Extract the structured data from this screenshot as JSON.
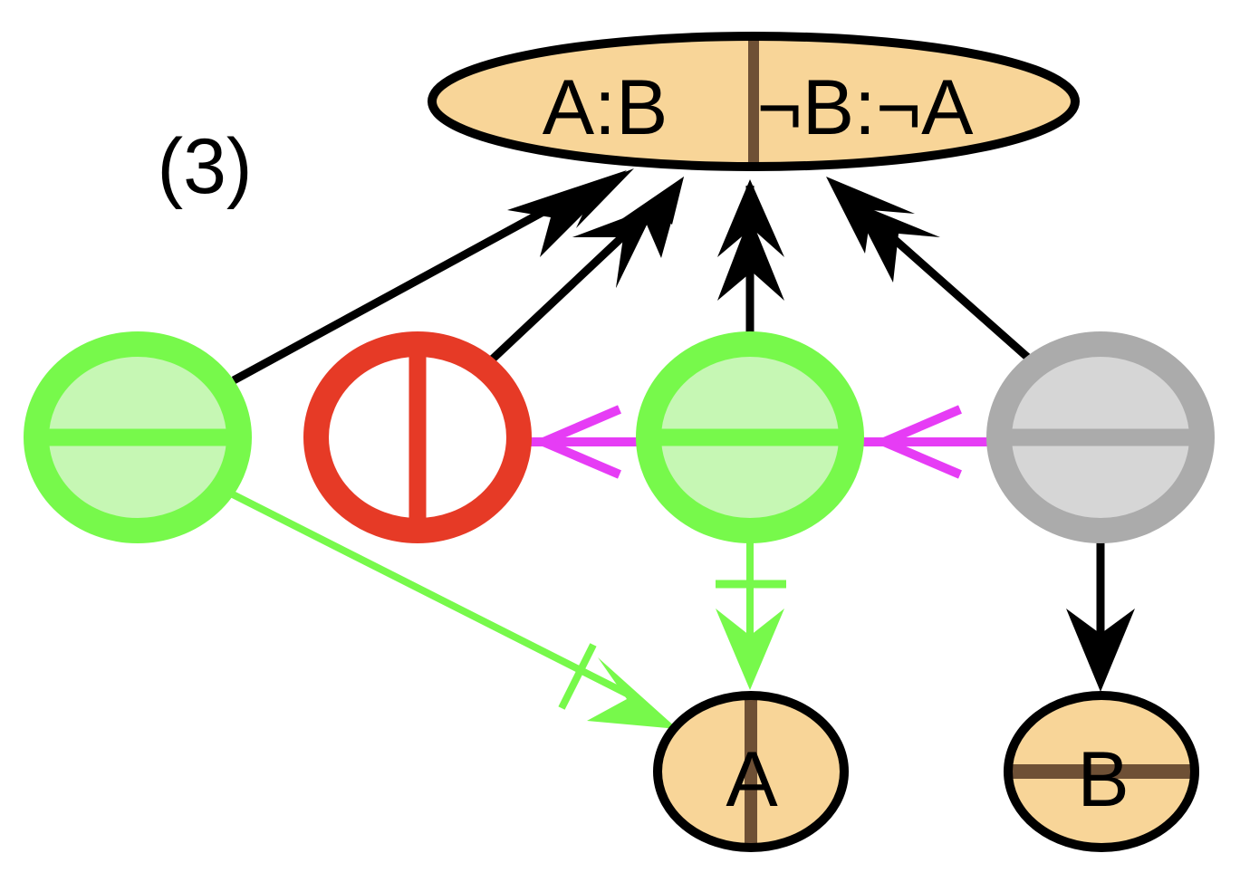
{
  "panel_label": "(3)",
  "colors": {
    "tan_fill": "#F8D598",
    "brown_divider": "#6E5035",
    "node_outline": "#000000",
    "green_ring": "#77F94B",
    "green_fill": "#C6F7B4",
    "red_ring": "#E63A26",
    "gray_ring": "#ABABAB",
    "gray_fill": "#D6D6D6",
    "magenta_edge": "#E63CF5",
    "black_edge": "#000000"
  },
  "nodes": {
    "top": {
      "left_label": "A:B",
      "right_label": "¬B:¬A",
      "divider": "vertical"
    },
    "green_left": {
      "divider": "horizontal",
      "style": "green"
    },
    "red": {
      "divider": "vertical",
      "style": "red"
    },
    "green_center": {
      "divider": "horizontal",
      "style": "green"
    },
    "gray": {
      "divider": "horizontal",
      "style": "gray"
    },
    "a": {
      "label": "A",
      "divider": "vertical"
    },
    "b": {
      "label": "B",
      "divider": "horizontal"
    }
  },
  "edges": [
    {
      "from": "green_left",
      "to": "top",
      "color": "black",
      "head": "double-arrow"
    },
    {
      "from": "red",
      "to": "top",
      "color": "black",
      "head": "double-arrow"
    },
    {
      "from": "green_center",
      "to": "top",
      "color": "black",
      "head": "double-arrow"
    },
    {
      "from": "gray",
      "to": "top",
      "color": "black",
      "head": "double-arrow"
    },
    {
      "from": "green_center",
      "to": "red",
      "color": "magenta",
      "head": "open-arrow"
    },
    {
      "from": "gray",
      "to": "green_center",
      "color": "magenta",
      "head": "open-arrow"
    },
    {
      "from": "green_left",
      "to": "a",
      "color": "green",
      "head": "arrow",
      "mark": "tick"
    },
    {
      "from": "green_center",
      "to": "a",
      "color": "green",
      "head": "arrow",
      "mark": "tick"
    },
    {
      "from": "gray",
      "to": "b",
      "color": "black",
      "head": "arrow"
    }
  ]
}
